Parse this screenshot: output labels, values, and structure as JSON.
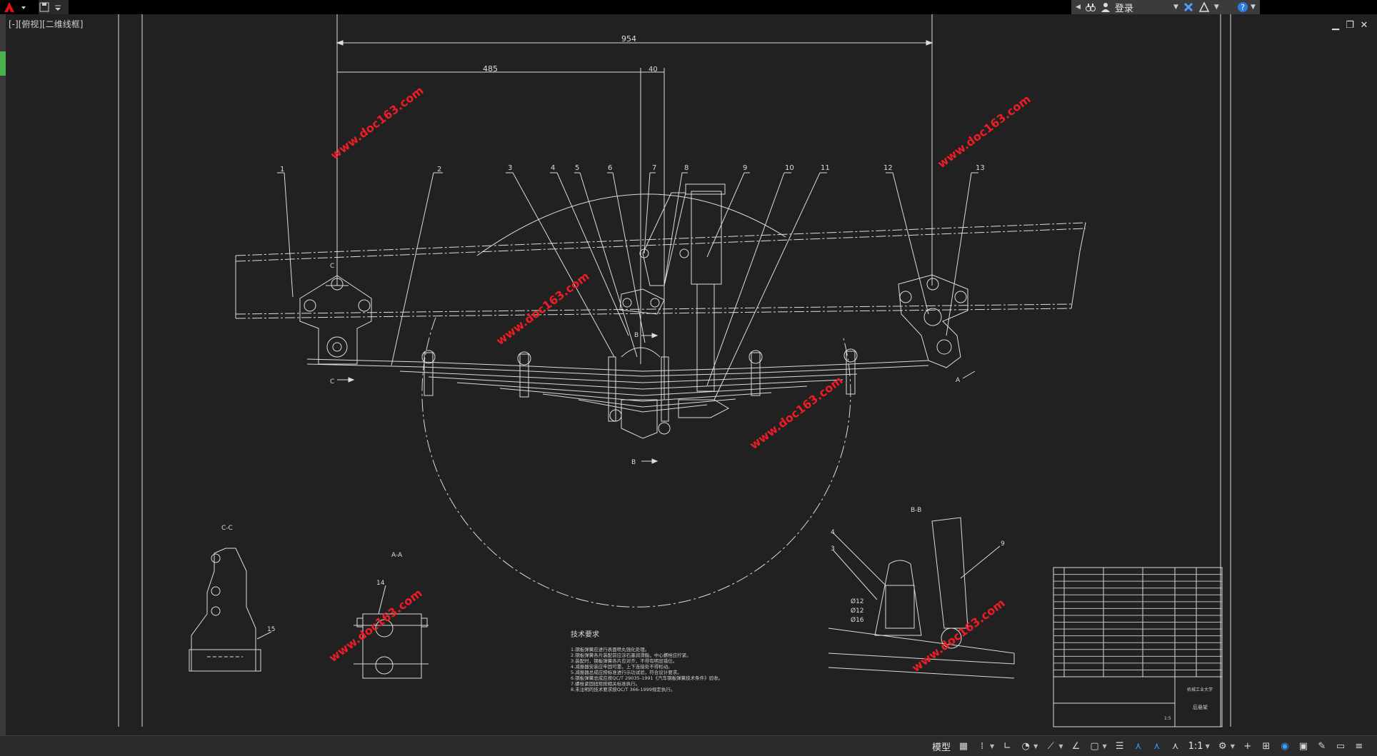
{
  "toolbar": {
    "login_label": "登录"
  },
  "viewport": {
    "label": "[-][俯视][二维线框]"
  },
  "drawing": {
    "dims": {
      "d954": "954",
      "d485": "485",
      "d40": "40"
    },
    "leaders": [
      "1",
      "2",
      "3",
      "4",
      "5",
      "6",
      "7",
      "8",
      "9",
      "10",
      "11",
      "12",
      "13"
    ],
    "section_labels": {
      "cc": "C-C",
      "aa": "A-A",
      "bb": "B-B",
      "c_mark": "C",
      "a_mark": "A",
      "b_mark": "B"
    },
    "section_leaders": {
      "l14": "14",
      "l15": "15",
      "l3": "3",
      "l4": "4",
      "l9": "9"
    },
    "diameters": [
      "Ø12",
      "Ø12",
      "Ø16"
    ],
    "watermark": "www.doc163.com",
    "tech_title": "技术要求",
    "tech_lines": [
      "1.钢板弹簧应进行表面喷丸强化处理。",
      "2.钢板弹簧各片装配前应涂石墨润滑脂，中心螺栓应拧紧。",
      "3.装配时，钢板弹簧各片应对齐，不得有明显错位。",
      "4.减振器安装应牢固可靠，上下连接处不得松动。",
      "5.减振器总成应按标准进行示功试验，符合设计要求。",
      "6.钢板弹簧总成应按QC/T 29035-1991《汽车钢板弹簧技术条件》验收。",
      "7.螺栓紧固扭矩按相关标准执行。",
      "8.未注明的技术要求按QC/T 366-1999规定执行。"
    ],
    "title_block": {
      "school": "机械工业大学",
      "drawing_name": "后悬架",
      "scale": "1:5"
    }
  },
  "statusbar": {
    "model_label": "模型",
    "scale_label": "1:1"
  }
}
